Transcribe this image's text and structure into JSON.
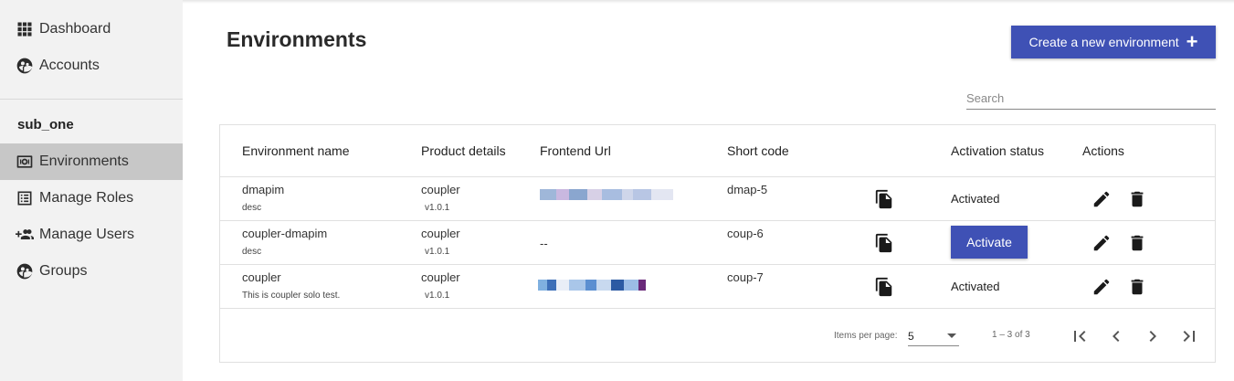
{
  "sidebar": {
    "items_top": [
      {
        "label": "Dashboard",
        "icon": "grid-icon"
      },
      {
        "label": "Accounts",
        "icon": "people-circle-icon"
      }
    ],
    "section_label": "sub_one",
    "items_section": [
      {
        "label": "Environments",
        "icon": "environment-icon",
        "active": true
      },
      {
        "label": "Manage Roles",
        "icon": "list-icon"
      },
      {
        "label": "Manage Users",
        "icon": "add-user-icon"
      },
      {
        "label": "Groups",
        "icon": "people-circle-icon"
      }
    ]
  },
  "header": {
    "title": "Environments",
    "create_label": "Create a new environment",
    "search_placeholder": "Search"
  },
  "table": {
    "columns": [
      "Environment name",
      "Product details",
      "Frontend Url",
      "Short code",
      "Activation status",
      "Actions"
    ],
    "rows": [
      {
        "name": "dmapim",
        "desc": "desc",
        "product": "coupler",
        "version": "v1.0.1",
        "frontend_url": "",
        "short_code": "dmap-5",
        "status": "Activated"
      },
      {
        "name": "coupler-dmapim",
        "desc": "desc",
        "product": "coupler",
        "version": "v1.0.1",
        "frontend_url": "--",
        "short_code": "coup-6",
        "status": "Activate"
      },
      {
        "name": "coupler",
        "desc": "This is coupler solo test.",
        "product": "coupler",
        "version": "v1.0.1",
        "frontend_url": "",
        "short_code": "coup-7",
        "status": "Activated"
      }
    ]
  },
  "paginator": {
    "items_per_page_label": "Items per page:",
    "page_size": "5",
    "range_label": "1 – 3 of 3"
  },
  "colors": {
    "primary": "#3f51b5",
    "sidebar_bg": "#f2f2f2",
    "sidebar_active": "#c7c7c7"
  }
}
